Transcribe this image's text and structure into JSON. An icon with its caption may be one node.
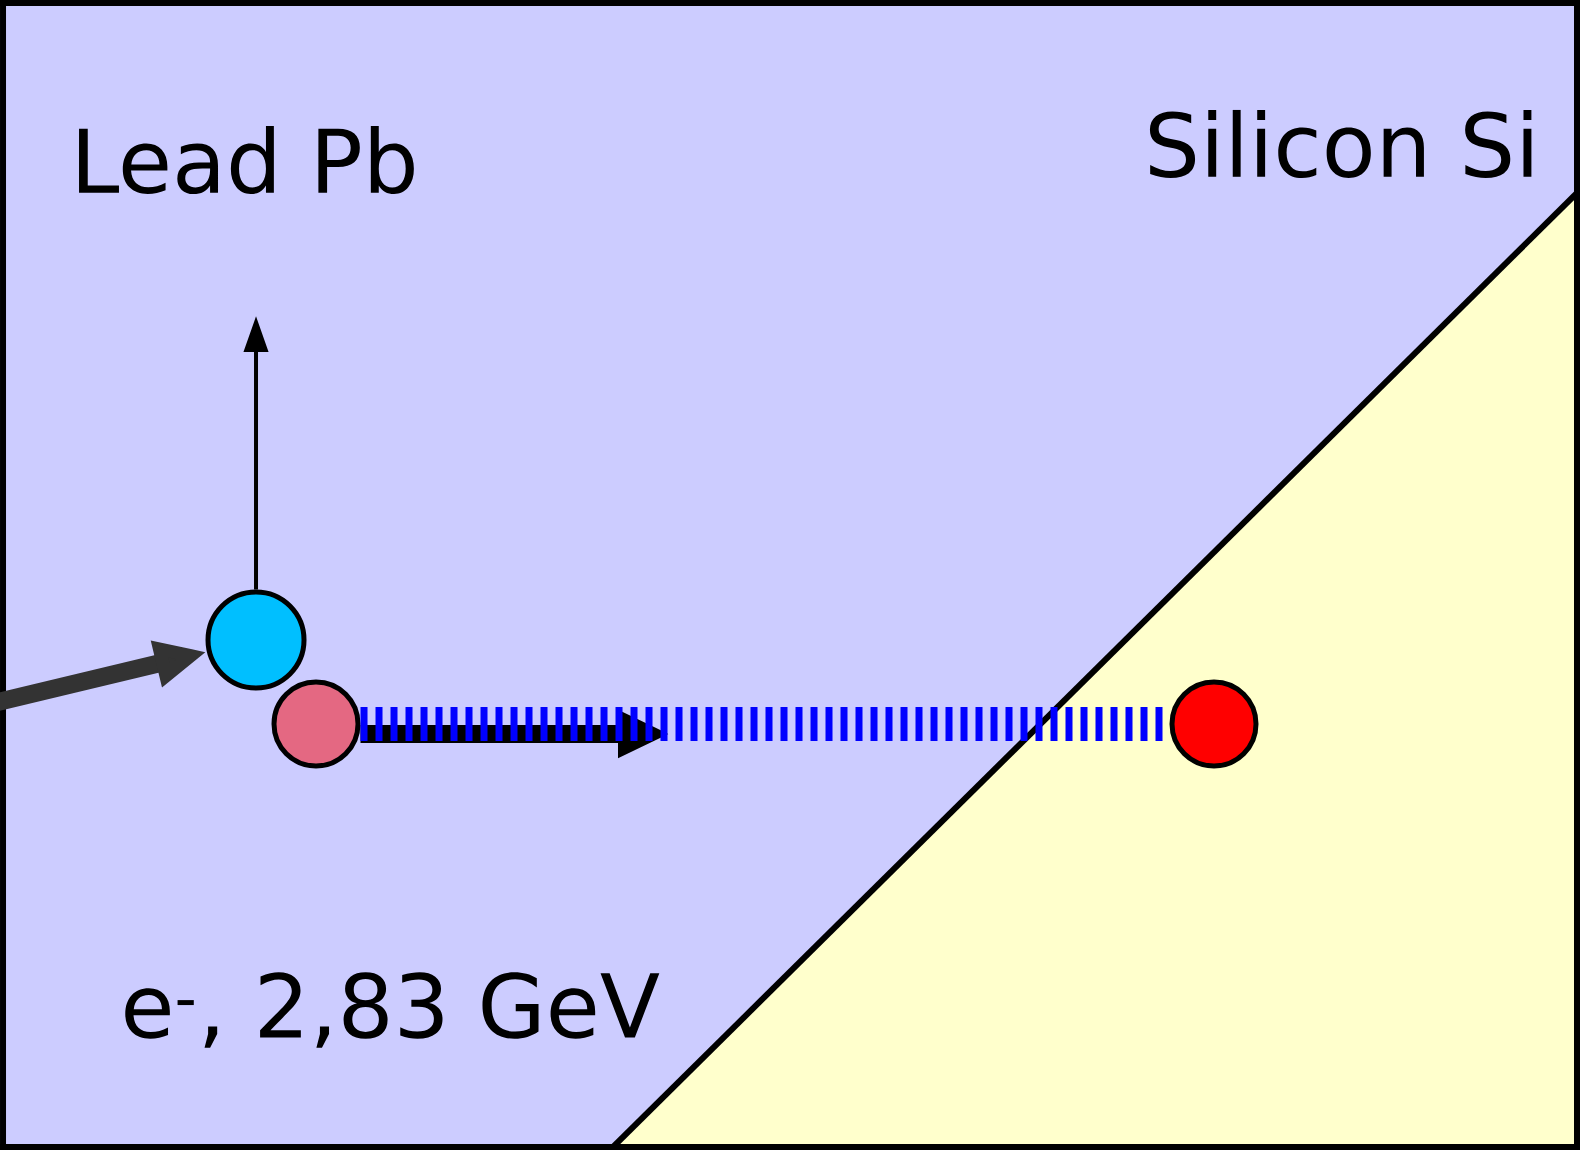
{
  "diagram": {
    "nodes": [
      {
        "text": [],
        "shape": "circle"
      },
      {
        "text": [],
        "shape": "circle"
      },
      {
        "text": [],
        "shape": "circle"
      }
    ],
    "edges": [
      {
        "from": null,
        "to": 0,
        "arrow": "to"
      },
      {
        "from": 0,
        "to": null,
        "arrow": "to"
      },
      {
        "from": 1,
        "to": null,
        "arrow": "to"
      },
      {
        "from": 1,
        "to": 2,
        "arrow": "none",
        "style": "dashed",
        "color": "#0000ff"
      }
    ],
    "labels": [
      "Lead Pb",
      "Silicon Si",
      "e$^{-}$, 2,83 GeV"
    ]
  }
}
